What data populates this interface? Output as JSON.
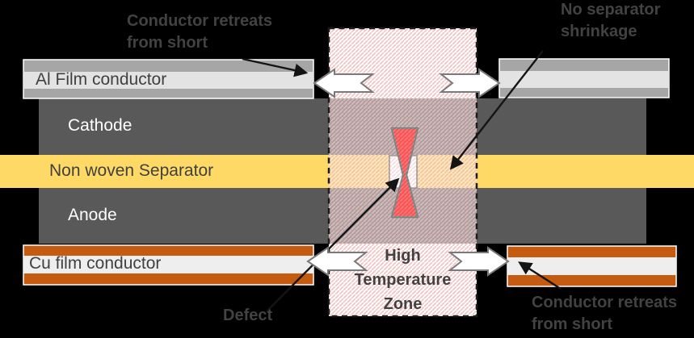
{
  "diagram": {
    "name": "internal-short-circuit-high-temperature-zone-diagram"
  },
  "layers": {
    "al_film": {
      "label": "Al Film conductor"
    },
    "cathode": {
      "label": "Cathode"
    },
    "separator": {
      "label": "Non woven Separator"
    },
    "anode": {
      "label": "Anode"
    },
    "cu_film": {
      "label": "Cu film conductor"
    }
  },
  "annotations": {
    "top_left": {
      "line1": "Conductor retreats",
      "line2": "from short"
    },
    "top_right": {
      "line1": "No separator",
      "line2": "shrinkage"
    },
    "high_temperature_zone": {
      "line1": "High",
      "line2": "Temperature",
      "line3": "Zone"
    },
    "defect": {
      "label": "Defect"
    },
    "bottom_right": {
      "line1": "Conductor retreats",
      "line2": "from short"
    }
  },
  "colors": {
    "background": "#000000",
    "electrode_gray": "#595959",
    "separator_yellow": "#ffd966",
    "conductor_gray": "#a6a6a6",
    "conductor_light": "#e3e3e3",
    "copper_orange": "#c55a11",
    "copper_light": "#eeeeee",
    "defect_red": "#fb5353",
    "zone_white": "#ffffff",
    "zone_hatch_pink": "#f2b8b8",
    "annotation_ink": "#141414",
    "annotation_text": "#424242"
  }
}
